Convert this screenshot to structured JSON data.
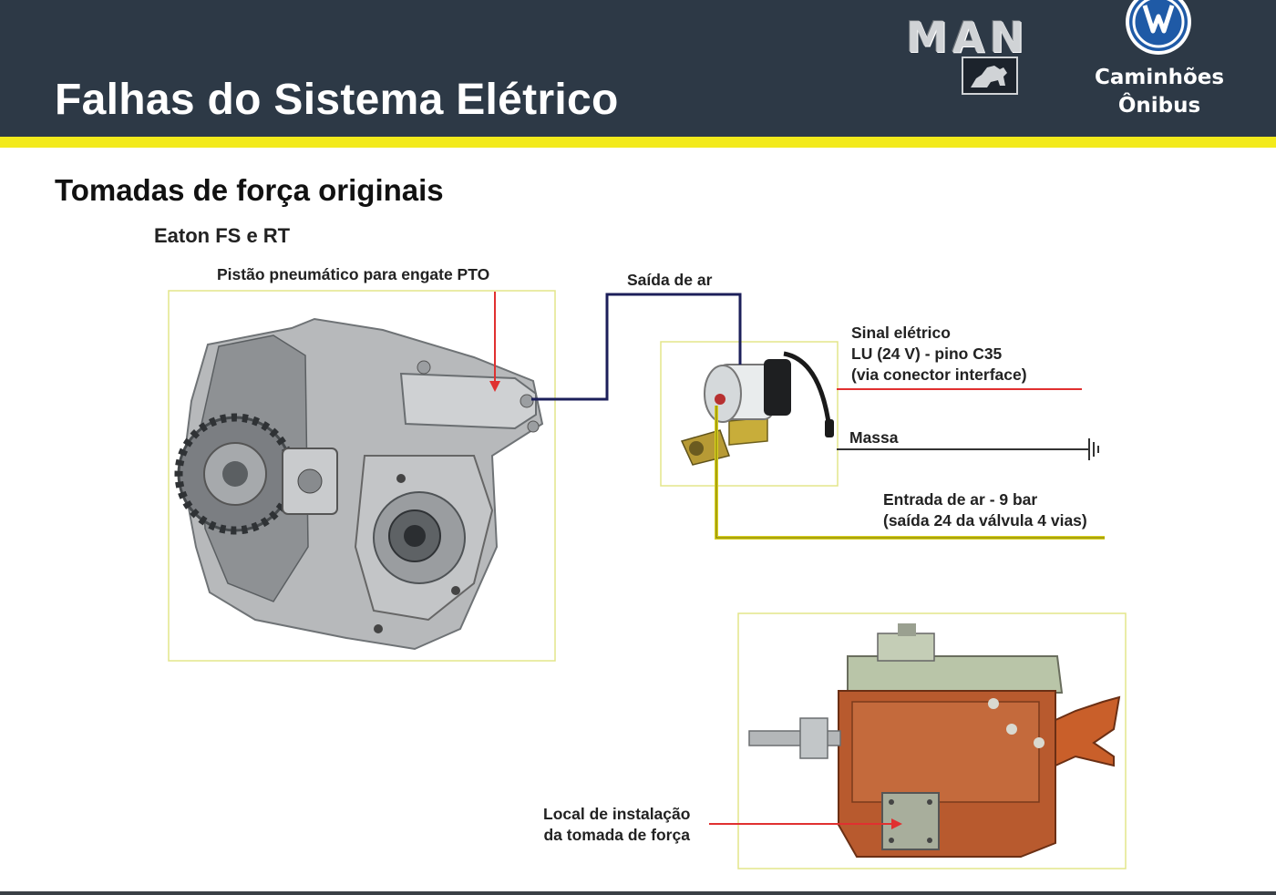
{
  "header": {
    "title": "Falhas do Sistema Elétrico",
    "man_logo": "MAN",
    "brand_line1": "Caminhões",
    "brand_line2": "Ônibus",
    "bg_color": "#2d3946",
    "accent_color": "#f3ea1c"
  },
  "content": {
    "subtitle": "Tomadas de força originais",
    "model": "Eaton FS e RT",
    "labels": {
      "piston": "Pistão pneumático para engate PTO",
      "air_out": "Saída de ar",
      "signal_line1": "Sinal elétrico",
      "signal_line2": "LU (24 V) - pino C35",
      "signal_line3": "(via conector interface)",
      "ground": "Massa",
      "air_in_line1": "Entrada de ar - 9 bar",
      "air_in_line2": "(saída 24 da válvula 4 vias)",
      "install_line1": "Local de instalação",
      "install_line2": "da tomada de força"
    }
  },
  "icons": [
    "man-lion-icon",
    "vw-logo-icon",
    "ground-symbol-icon"
  ],
  "colors": {
    "signal_wire": "#e03030",
    "air_line": "#1c1f5a",
    "air_in_line": "#d8d020",
    "ground_wire": "#333333"
  }
}
